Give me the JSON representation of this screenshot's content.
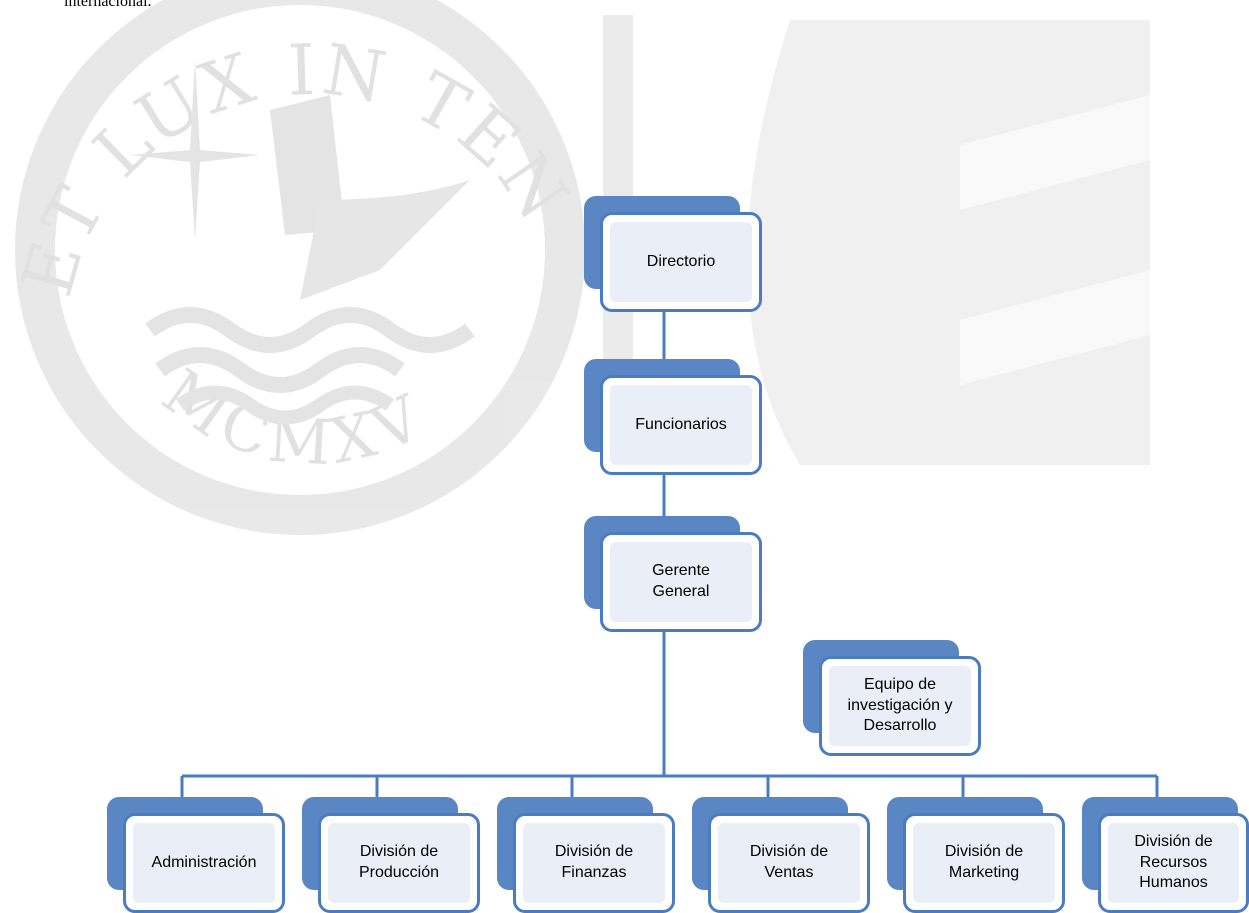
{
  "top_text": "internacional.",
  "watermark": {
    "motto": "ET LUX IN TENEBRIS LUCET",
    "year": "MCMXVII"
  },
  "org_chart": {
    "top": {
      "label": "Directorio"
    },
    "second": {
      "label": "Funcionarios"
    },
    "manager": {
      "label": "Gerente\nGeneral"
    },
    "side": {
      "label": "Equipo de\ninvestigación y\nDesarrollo"
    },
    "divisions": [
      {
        "label": "Administración"
      },
      {
        "label": "División de\nProducción"
      },
      {
        "label": "División de\nFinanzas"
      },
      {
        "label": "División de\nVentas"
      },
      {
        "label": "División de\nMarketing"
      },
      {
        "label": "División de\nRecursos\nHumanos"
      }
    ]
  },
  "colors": {
    "box_shadow": "#5a86c4",
    "box_border": "#4b7cc2",
    "box_fill": "#e9eef7",
    "connector": "#4b7cc2",
    "watermark": "#d7d7d7"
  }
}
